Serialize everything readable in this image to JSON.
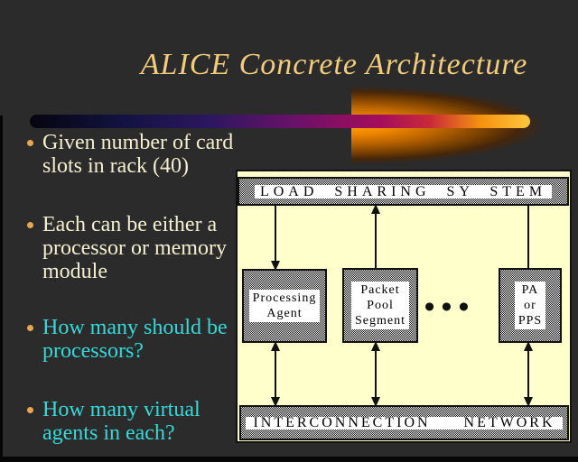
{
  "slide": {
    "title": "ALICE Concrete Architecture",
    "colors": {
      "background": "#2b2b2b",
      "title": "#f2cc7b",
      "bullet_text_cream": "#f4efd0",
      "bullet_text_cyan": "#35d9d9",
      "bullet_marker": "#e9a64e",
      "panel_background": "#ffffcc",
      "comet_tip": "#ffc63f",
      "comet_magenta": "#a50d5c"
    },
    "bullets": [
      {
        "text": "Given number of card\nslots in rack (40)"
      },
      {
        "text": "Each can be either a\nprocessor or memory\nmodule"
      },
      {
        "text": "How many should be\nprocessors?"
      },
      {
        "text": "How many virtual\nagents in each?"
      }
    ]
  },
  "diagram": {
    "top_bar": "LOAD SHARING SY STEM",
    "bottom_bar": "INTERCONNECTION NETWORK",
    "boxes": [
      {
        "label": "Processing\nAgent"
      },
      {
        "label": "Packet\nPool\nSegment"
      },
      {
        "label": "PA\nor\nPPS"
      }
    ],
    "ellipsis": "•••"
  }
}
